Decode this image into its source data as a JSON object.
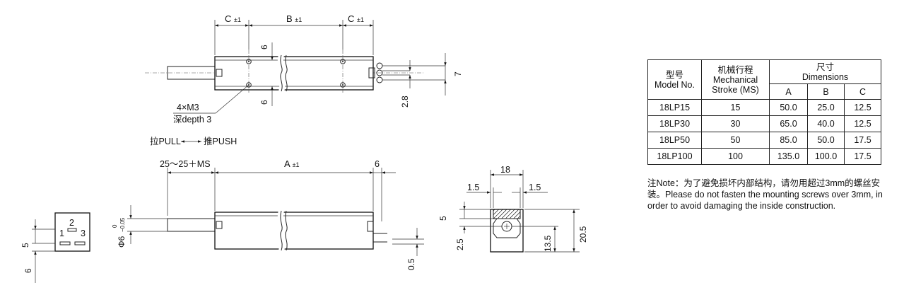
{
  "labels": {
    "dim_c": "C",
    "dim_b": "B",
    "dim_a": "A",
    "tol": "±1",
    "top_6a": "6",
    "top_6b": "6",
    "top_7": "7",
    "top_2_8": "2.8",
    "thread_line1": "4×M3",
    "thread_line2": "深depth 3",
    "pull_push_pull": "拉PULL",
    "pull_push_push": "推PUSH",
    "stroke_range": "25～25＋MS",
    "side_6": "6",
    "side_0_5": "0.5",
    "phi6": "Φ6",
    "phi6_upper": "0",
    "phi6_lower": "−0.05",
    "conn_pin1": "1",
    "conn_pin2": "2",
    "conn_pin3": "3",
    "conn_5": "5",
    "conn_6": "6",
    "end_18": "18",
    "end_1_5a": "1.5",
    "end_1_5b": "1.5",
    "end_5": "5",
    "end_2_5": "2.5",
    "end_13_5": "13.5",
    "end_20_5": "20.5"
  },
  "table": {
    "model_cn": "型号",
    "model_en": "Model No.",
    "stroke_cn": "机械行程",
    "stroke_en1": "Mechanical",
    "stroke_en2": "Stroke (MS)",
    "dims_cn": "尺寸",
    "dims_en": "Dimensions",
    "col_a": "A",
    "col_b": "B",
    "col_c": "C",
    "rows": [
      {
        "model": "18LP15",
        "stroke": "15",
        "a": "50.0",
        "b": "25.0",
        "c": "12.5"
      },
      {
        "model": "18LP30",
        "stroke": "30",
        "a": "65.0",
        "b": "40.0",
        "c": "12.5"
      },
      {
        "model": "18LP50",
        "stroke": "50",
        "a": "85.0",
        "b": "50.0",
        "c": "17.5"
      },
      {
        "model": "18LP100",
        "stroke": "100",
        "a": "135.0",
        "b": "100.0",
        "c": "17.5"
      }
    ]
  },
  "note": "注Note：为了避免损坏内部结构，请勿用超过3mm的螺丝安装。Please do not fasten the mounting screws over 3mm, in order to avoid damaging the inside construction."
}
